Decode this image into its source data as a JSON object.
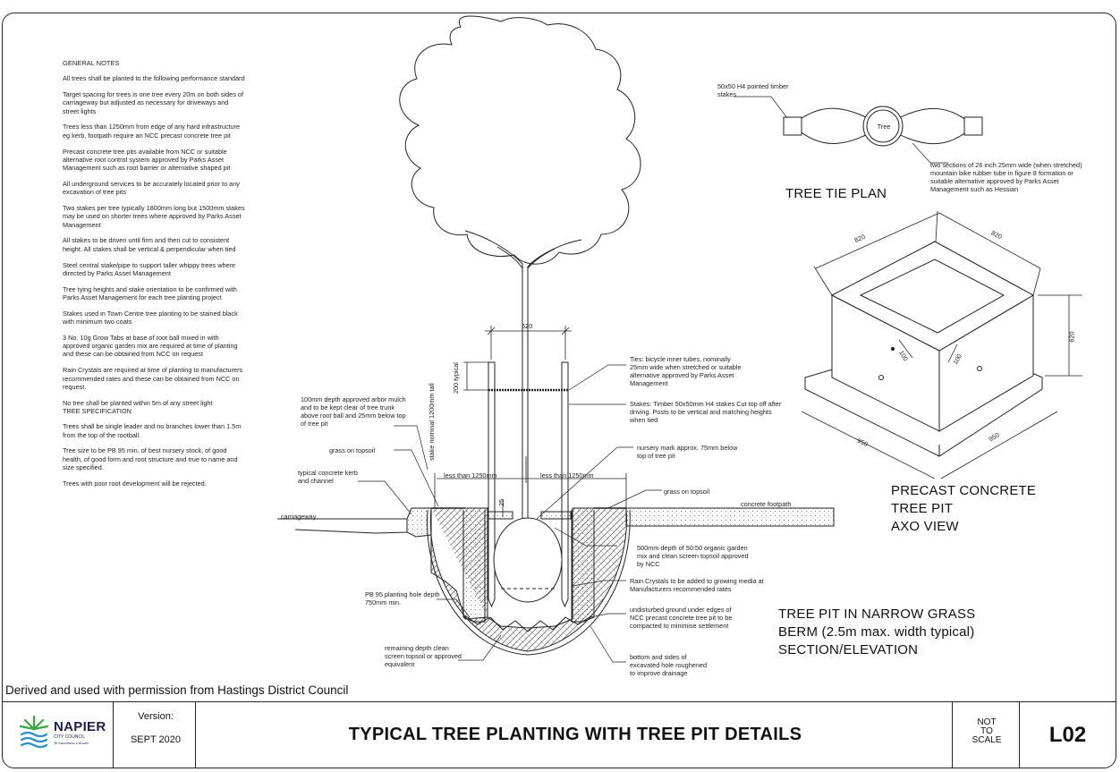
{
  "general_notes": {
    "title": "GENERAL NOTES",
    "items": [
      "All trees shall be planted to the following performance standard",
      "Target spacing for trees is one tree every 20m on both sides of carriageway but adjusted as necessary for driveways and street lights",
      "Trees less than 1250mm from edge of any hard infrastructure eg kerb, footpath require an NCC precast concrete tree pit",
      "Precast concrete tree pits available from NCC or suitable alternative root control system approved by Parks Asset Management such as root barrier or alternative shaped pit",
      "All underground services to be accurately located prior to any excavation of tree pits",
      "Two stakes per tree typically 1800mm long but 1500mm stakes may be used on shorter trees where approved by Parks Asset Management",
      "All stakes to be driven until firm and then cut to consistent height. All stakes shall be vertical & perpendicular when tied",
      "Steel central stake/pipe to support taller whippy trees where directed by Parks Asset Management",
      "Tree tying heights and stake orientation to be confirmed with Parks Asset Management for each tree planting project",
      "Stakes used in Town Centre tree planting to be stained black with minimum two coats",
      "3 No. 10g Grow Tabs at base of root ball mixed in with approved organic garden mix are required at time of planting and these can be obtained from NCC on request",
      "Rain Crystals are required at time of planting to manufacturers recommended rates and these can be obtained from NCC on request.",
      "No tree shall be planted within 5m of any street light"
    ],
    "spec_title": "TREE SPECIFICATION",
    "spec_items": [
      "Trees shall be single leader and no branches lower than 1.5m from the top of the rootball.",
      "Tree size to be PB 95 min. of best nursery stock, of good health, of good form and root structure and true to name and size specified.",
      "Trees with poor root development will be rejected."
    ]
  },
  "tie_plan": {
    "stakes_label": "50x50 H4 pointed timber stakes",
    "tree_label": "Tree",
    "tube_label": "two sections of 26 inch 25mm wide (when stretched) mountain bike rubber tube in figure 8 formation or suitable alternative approved by Parks Asset Management such as Hessian",
    "title": "TREE TIE PLAN"
  },
  "axo": {
    "dim_top_left": "820",
    "dim_top_right": "820",
    "dim_height": "620",
    "dim_hole_1": "100",
    "dim_hole_2": "100",
    "dim_base_left": "950",
    "dim_base_right": "950",
    "title_1": "PRECAST CONCRETE",
    "title_2": "TREE PIT",
    "title_3": "AXO VIEW"
  },
  "section": {
    "dim_620": "620",
    "dim_200": "200 typical",
    "stake_label": "stake nominal 1200mm tall",
    "ties_label": "Ties: bicycle inner tubes, nominally 25mm wide when stretched or suitable alternative approved by Parks Asset Management",
    "stakes_label": "Stakes: Timber 50x50mm H4 stakes Cut top off after driving. Posts to be vertical and matching heights when tied",
    "mulch_label": "100mm depth approved arbor mulch and to be kept clear of tree trunk above root ball and 25mm below top of tree pit",
    "grass_left": "grass on topsoil",
    "nursery_label": "nursery mark approx. 75mm below top of tree pit",
    "kerb_label": "typical concrete kerb and channel",
    "less_left": "less than 1250mm",
    "less_right": "less than 1250mm",
    "grass_right": "grass on topsoil",
    "footpath": "concrete footpath",
    "carriageway": "carriageway",
    "dim_25": "25",
    "organic_label": "500mm depth of 50:50 organic garden mix and clean screen topsoil approved by NCC",
    "rain_label": "Rain Crystals to be added to growing media at Manufacturers recommended rates",
    "pb95_label": "PB 95 planting hole depth 750mm min.",
    "undisturbed_label": "undisturbed ground under edges of NCC precast concrete tree pit to be compacted to minimise settlement",
    "remaining_label": "remaining depth clean screen topsoil or approved equivalent",
    "bottom_label": "bottom and sides of excavated hole roughened to improve drainage",
    "title_1": "TREE PIT IN NARROW GRASS",
    "title_2": "BERM (2.5m max. width typical)",
    "title_3": "SECTION/ELEVATION"
  },
  "derived": "Derived and used with permission from Hastings District Council",
  "title_block": {
    "logo_name": "NAPIER",
    "logo_sub": "CITY COUNCIL",
    "logo_sub2": "Te Kaunihera o Ahuriri",
    "version_label": "Version:",
    "version_value": "SEPT 2020",
    "title": "TYPICAL TREE PLANTING WITH TREE PIT DETAILS",
    "scale_1": "NOT",
    "scale_2": "TO",
    "scale_3": "SCALE",
    "code": "L02"
  },
  "colors": {
    "logo_green": "#3aa543",
    "logo_blue": "#2b8fce",
    "logo_text": "#1d1d4f"
  }
}
